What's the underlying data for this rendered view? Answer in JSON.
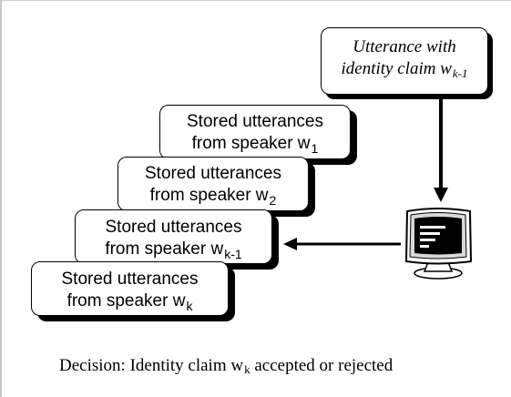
{
  "claim_box": {
    "line1": "Utterance with",
    "line2": "identity claim w",
    "sub": "k-1"
  },
  "stored_boxes": [
    {
      "line1": "Stored utterances",
      "line2": "from speaker w",
      "sub": "1"
    },
    {
      "line1": "Stored utterances",
      "line2": "from speaker w",
      "sub": "2"
    },
    {
      "line1": "Stored utterances",
      "line2": "from speaker w",
      "sub": "k-1"
    },
    {
      "line1": "Stored utterances",
      "line2": "from speaker w",
      "sub": "k"
    }
  ],
  "decision": {
    "prefix": "Decision: Identity claim w",
    "sub": "k",
    "suffix": " accepted or rejected"
  },
  "icons": {
    "computer": "computer-monitor-icon"
  }
}
